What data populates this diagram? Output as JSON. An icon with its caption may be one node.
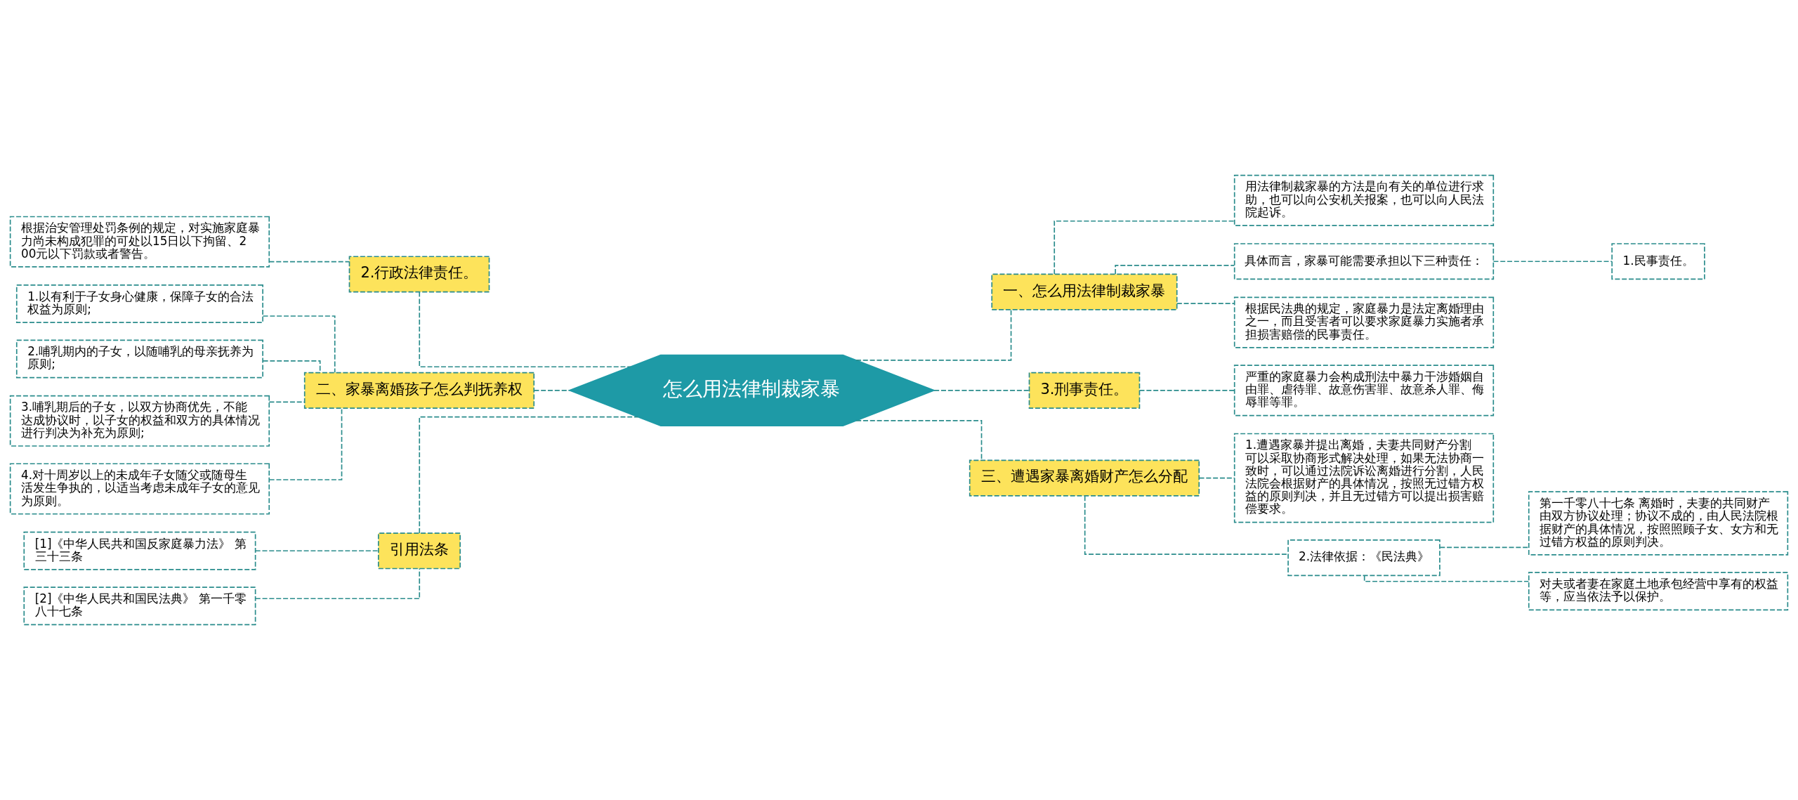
{
  "diagram": {
    "nodes": [
      {
        "text": [
          "怎么用法律制裁家暴"
        ]
      },
      {
        "text": [
          "2.行政法律责任。"
        ]
      },
      {
        "text": [
          "根据治安管理处罚条例的规定，对实施家庭暴力尚未构成犯罪的可处以15日以下拘留、200元以下罚款或者警告。"
        ]
      },
      {
        "text": [
          "二、家暴离婚孩子怎么判抚养权"
        ]
      },
      {
        "text": [
          "1.以有利于子女身心健康，保障子女的合法权益为原则;"
        ]
      },
      {
        "text": [
          "2.哺乳期内的子女，以随哺乳的母亲抚养为原则;"
        ]
      },
      {
        "text": [
          "3.哺乳期后的子女，以双方协商优先，不能达成协议时，以子女的权益和双方的具体情况进行判决为补充为原则;"
        ]
      },
      {
        "text": [
          "4.对十周岁以上的未成年子女随父或随母生活发生争执的，以适当考虑未成年子女的意见为原则。"
        ]
      },
      {
        "text": [
          "引用法条"
        ]
      },
      {
        "text": [
          "[1]《中华人民共和国反家庭暴力法》 第三十三条"
        ]
      },
      {
        "text": [
          "[2]《中华人民共和国民法典》 第一千零八十七条"
        ]
      },
      {
        "text": [
          "一、怎么用法律制裁家暴"
        ]
      },
      {
        "text": [
          "用法律制裁家暴的方法是向有关的单位进行求助，也可以向公安机关报案，也可以向人民法院起诉。"
        ]
      },
      {
        "text": [
          "具体而言，家暴可能需要承担以下三种责任："
        ]
      },
      {
        "text": [
          "根据民法典的规定，家庭暴力是法定离婚理由之一，而且受害者可以要求家庭暴力实施者承担损害赔偿的民事责任。"
        ]
      },
      {
        "text": [
          "1.民事责任。"
        ]
      },
      {
        "text": [
          "3.刑事责任。"
        ]
      },
      {
        "text": [
          "严重的家庭暴力会构成刑法中暴力干涉婚姻自由罪、虐待罪、故意伤害罪、故意杀人罪、侮辱罪等罪。"
        ]
      },
      {
        "text": [
          "三、遭遇家暴离婚财产怎么分配"
        ]
      },
      {
        "text": [
          "1.遭遇家暴并提出离婚，夫妻共同财产分割可以采取协商形式解决处理，如果无法协商一致时，可以通过法院诉讼离婚进行分割，人民法院会根据财产的具体情况，按照无过错方权益的原则判决，并且无过错方可以提出损害赔偿要求。"
        ]
      },
      {
        "text": [
          "2.法律依据：《民法典》"
        ]
      },
      {
        "text": [
          "第一千零八十七条 离婚时，夫妻的共同财产由双方协议处理；协议不成的，由人民法院根据财产的具体情况，按照照顾子女、女方和无过错方权益的原则判决。"
        ]
      },
      {
        "text": [
          "对夫或者妻在家庭土地承包经营中享有的权益等，应当依法予以保护。"
        ]
      }
    ],
    "edges": [
      {
        "from": 0,
        "to": 1,
        "arrow": "none"
      },
      {
        "from": 1,
        "to": 2,
        "arrow": "none"
      },
      {
        "from": 0,
        "to": 3,
        "arrow": "none"
      },
      {
        "from": 3,
        "to": 4,
        "arrow": "none"
      },
      {
        "from": 3,
        "to": 5,
        "arrow": "none"
      },
      {
        "from": 3,
        "to": 6,
        "arrow": "none"
      },
      {
        "from": 3,
        "to": 7,
        "arrow": "none"
      },
      {
        "from": 0,
        "to": 8,
        "arrow": "none"
      },
      {
        "from": 8,
        "to": 9,
        "arrow": "none"
      },
      {
        "from": 8,
        "to": 10,
        "arrow": "none"
      },
      {
        "from": 0,
        "to": 11,
        "arrow": "none"
      },
      {
        "from": 11,
        "to": 12,
        "arrow": "none"
      },
      {
        "from": 11,
        "to": 13,
        "arrow": "none"
      },
      {
        "from": 11,
        "to": 14,
        "arrow": "none"
      },
      {
        "from": 13,
        "to": 15,
        "arrow": "none"
      },
      {
        "from": 0,
        "to": 16,
        "arrow": "none"
      },
      {
        "from": 16,
        "to": 17,
        "arrow": "none"
      },
      {
        "from": 0,
        "to": 18,
        "arrow": "none"
      },
      {
        "from": 18,
        "to": 19,
        "arrow": "none"
      },
      {
        "from": 18,
        "to": 20,
        "arrow": "none"
      },
      {
        "from": 20,
        "to": 21,
        "arrow": "none"
      },
      {
        "from": 20,
        "to": 22,
        "arrow": "none"
      }
    ]
  }
}
